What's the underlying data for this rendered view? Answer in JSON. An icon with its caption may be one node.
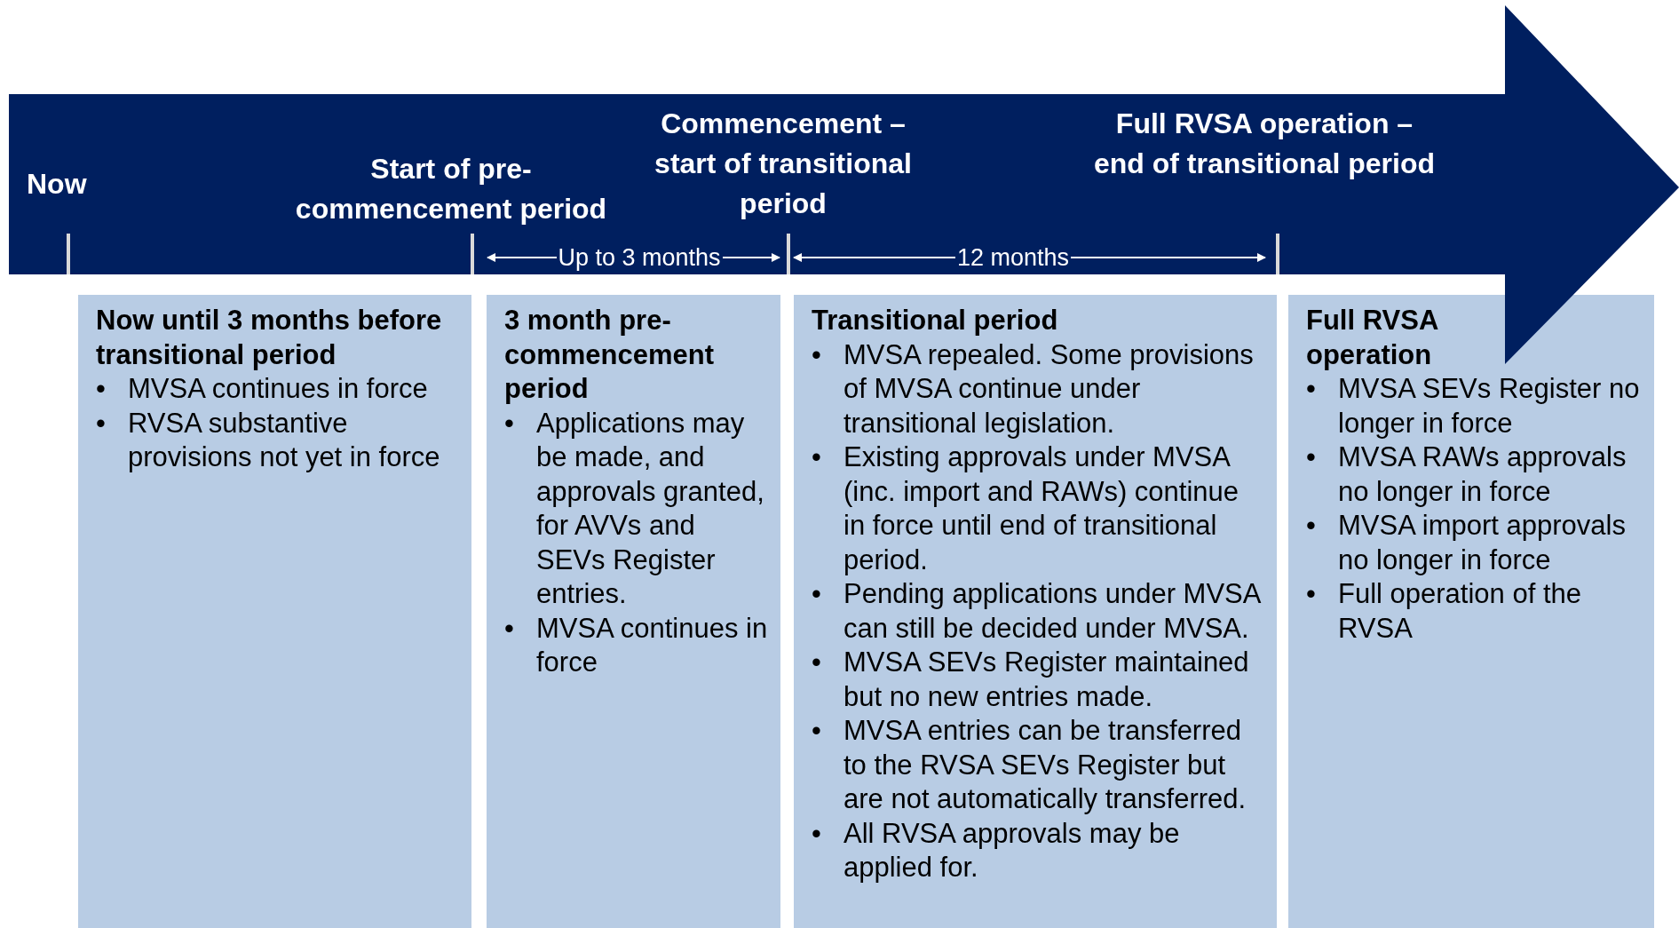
{
  "diagram": {
    "nodes": [
      {
        "text": [
          "Now until 3 months before transitional period",
          "• MVSA continues in force",
          "• RVSA substantive provisions not yet in force"
        ]
      },
      {
        "text": [
          "3 month pre-commencement period",
          "• Applications may be made, and approvals granted, for AVVs and SEVs Register entries.",
          "• MVSA continues in force"
        ]
      },
      {
        "text": [
          "Transitional period",
          "• MVSA repealed. Some provisions of MVSA continue under transitional legislation.",
          "• Existing approvals under MVSA (inc. import and RAWs) continue in force until end of transitional period.",
          "• Pending applications under MVSA can still be decided under MVSA.",
          "• MVSA SEVs Register maintained but no new entries made.",
          "• MVSA entries can be transferred to the RVSA SEVs Register but are not automatically transferred.",
          "• All RVSA approvals may be applied for."
        ]
      },
      {
        "text": [
          "Full RVSA operation",
          "• MVSA SEVs Register no longer in force",
          "• MVSA RAWs approvals no longer in force",
          "• MVSA import approvals no longer in force",
          "• Full operation of the RVSA"
        ]
      }
    ],
    "labels": [
      "Now",
      "Start of pre-commencement period",
      "Commencement – start of transitional period",
      "Full RVSA operation – end of transitional period",
      "Up to 3 months",
      "12 months"
    ]
  }
}
